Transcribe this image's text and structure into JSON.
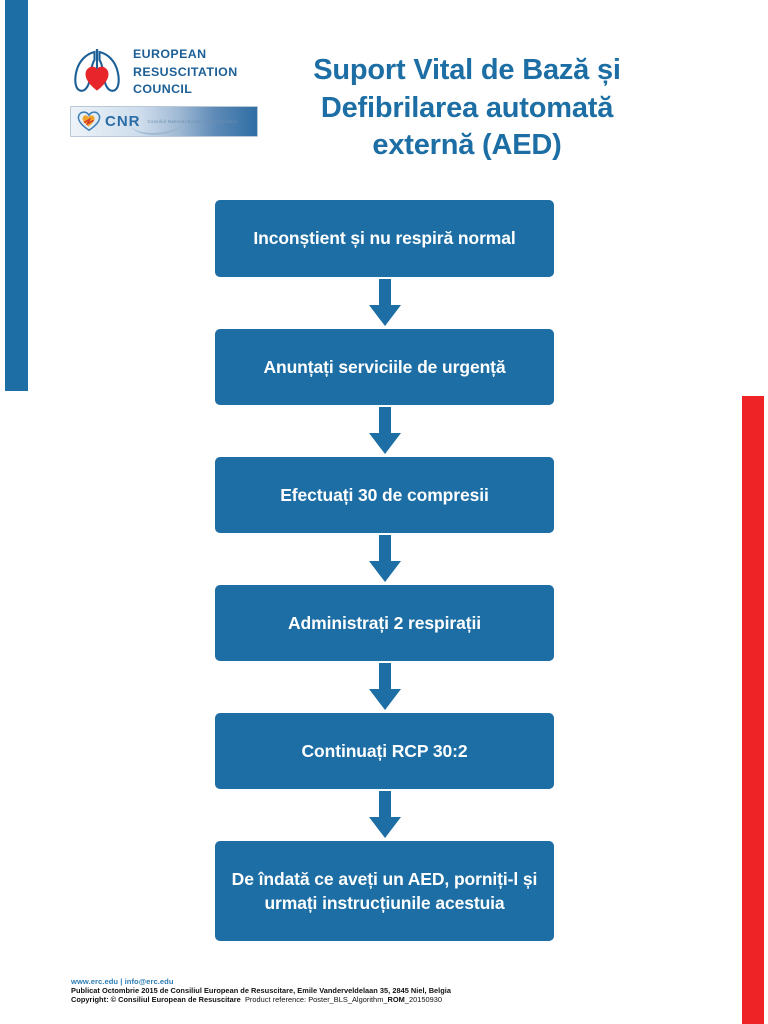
{
  "poster": {
    "title": "Suport Vital de Bază și Defibrilarea automată externă (AED)",
    "accent_blue": "#1c6ea4",
    "accent_red": "#ee2326"
  },
  "logo": {
    "org_line_1": "EUROPEAN",
    "org_line_2": "RESUSCITATION",
    "org_line_3": "COUNCIL",
    "partner_acronym": "CNR",
    "partner_full_name": "Consiliul National Roman de Resuscitare"
  },
  "flow": {
    "steps": [
      {
        "label": "Inconștient și nu respiră normal"
      },
      {
        "label": "Anunțați serviciile de urgență"
      },
      {
        "label": "Efectuați 30 de compresii"
      },
      {
        "label": "Administrați 2 respirații"
      },
      {
        "label": "Continuați RCP 30:2"
      },
      {
        "label": "De îndată ce aveți un AED, porniți-l și urmați instrucțiunile acestuia"
      }
    ]
  },
  "footer": {
    "website": "www.erc.edu | info@erc.edu",
    "published": "Publicat Octombrie 2015 de Consiliul European de Resuscitare, Emile Vanderveldelaan 35, 2845 Niel, Belgia",
    "copyright": "Copyright: © Consiliul European de Resuscitare",
    "product_reference": "Product reference: Poster_BLS_Algorithm_",
    "product_reference_locale": "ROM",
    "product_reference_date": "_20150930"
  }
}
